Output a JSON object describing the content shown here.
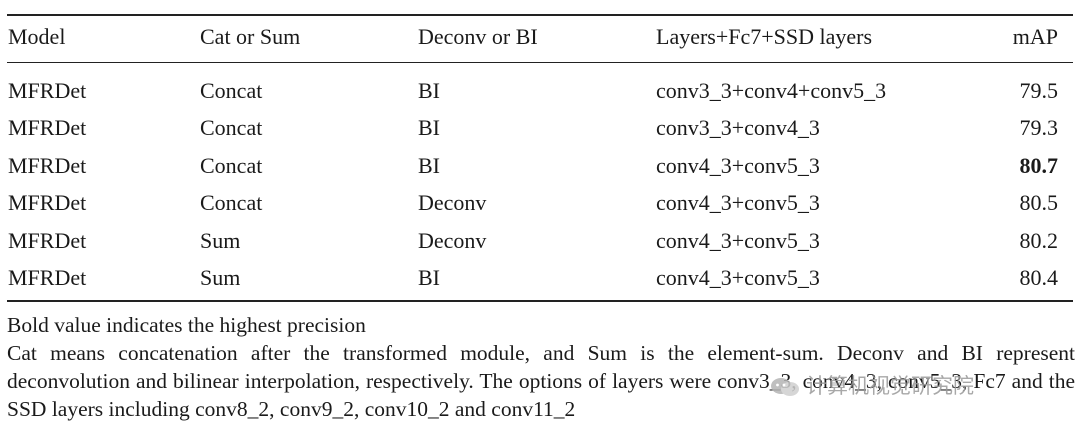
{
  "table": {
    "headers": [
      "Model",
      "Cat or Sum",
      "Deconv or BI",
      "Layers+Fc7+SSD layers",
      "mAP"
    ],
    "rows": [
      {
        "model": "MFRDet",
        "cat_sum": "Concat",
        "deconv_bi": "BI",
        "layers": "conv3_3+conv4+conv5_3",
        "map": "79.5",
        "bold": false
      },
      {
        "model": "MFRDet",
        "cat_sum": "Concat",
        "deconv_bi": "BI",
        "layers": "conv3_3+conv4_3",
        "map": "79.3",
        "bold": false
      },
      {
        "model": "MFRDet",
        "cat_sum": "Concat",
        "deconv_bi": "BI",
        "layers": "conv4_3+conv5_3",
        "map": "80.7",
        "bold": true
      },
      {
        "model": "MFRDet",
        "cat_sum": "Concat",
        "deconv_bi": "Deconv",
        "layers": "conv4_3+conv5_3",
        "map": "80.5",
        "bold": false
      },
      {
        "model": "MFRDet",
        "cat_sum": "Sum",
        "deconv_bi": "Deconv",
        "layers": "conv4_3+conv5_3",
        "map": "80.2",
        "bold": false
      },
      {
        "model": "MFRDet",
        "cat_sum": "Sum",
        "deconv_bi": "BI",
        "layers": "conv4_3+conv5_3",
        "map": "80.4",
        "bold": false
      }
    ]
  },
  "notes": {
    "line1": "Bold value indicates the highest precision",
    "para": "Cat means concatenation after the transformed module, and Sum is the element-sum. Deconv and BI represent deconvolution and bilinear interpolation, respectively. The options of layers were conv3_3, conv4_3, conv5_3, Fc7 and the SSD layers including conv8_2, conv9_2, conv10_2 and conv11_2"
  },
  "watermark": {
    "text": "计算机视觉研究院",
    "icon": "wechat-icon",
    "color": "#9a9a9a"
  }
}
